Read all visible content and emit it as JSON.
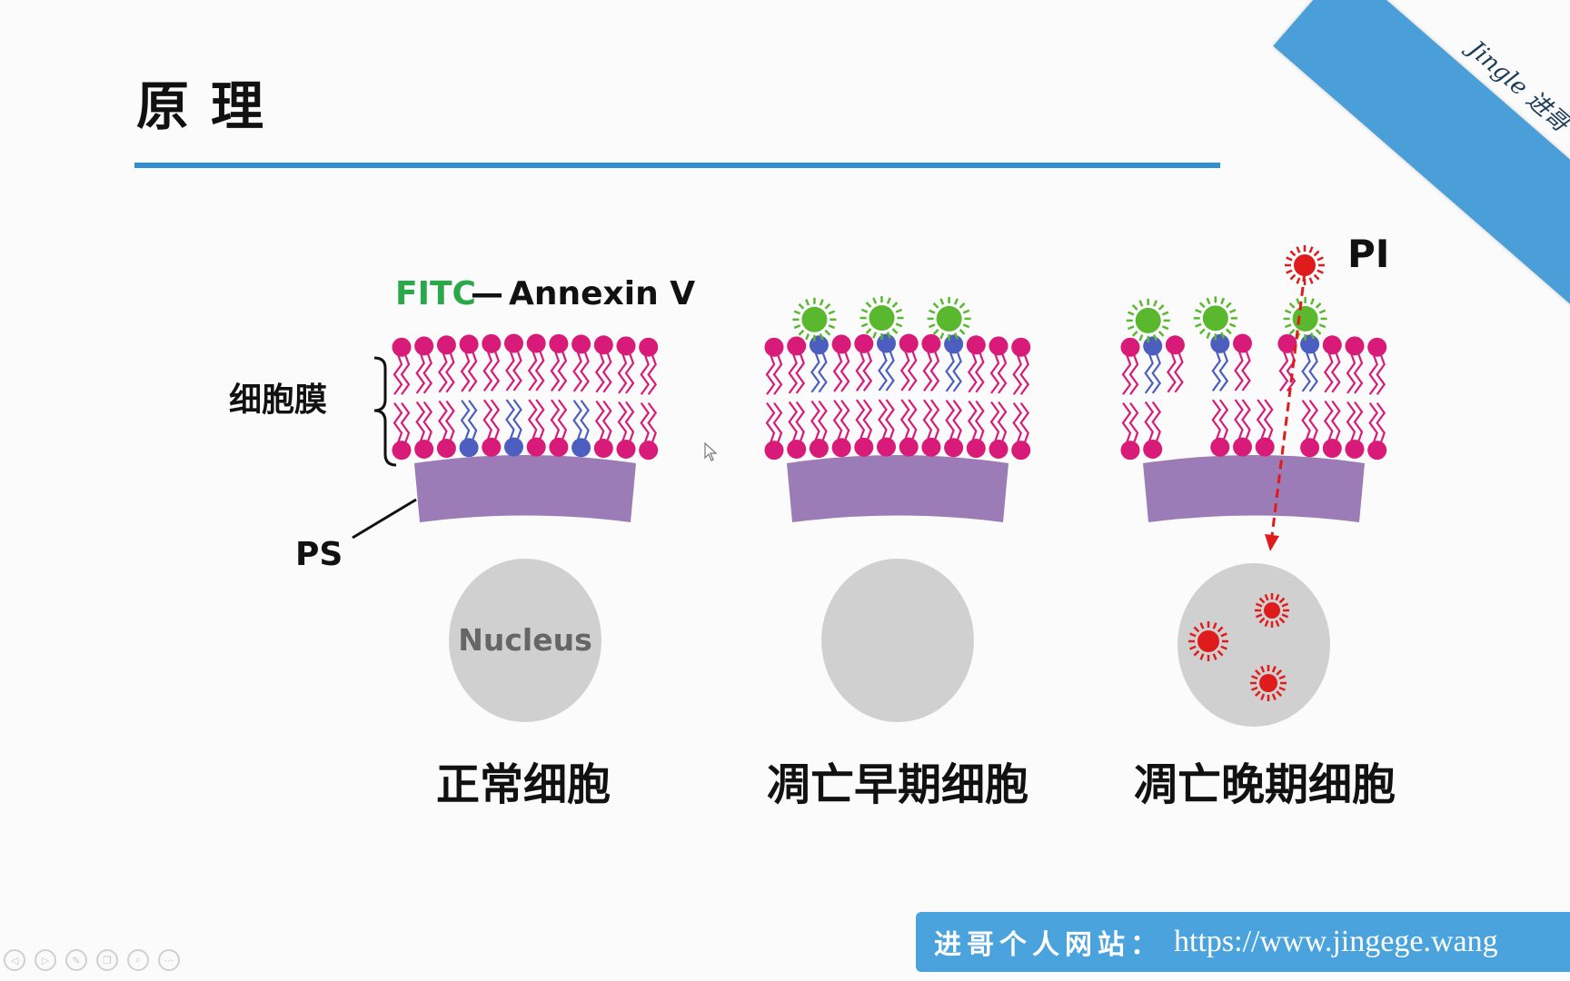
{
  "slide": {
    "title": "原理"
  },
  "watermark": {
    "text": "Jingle 进哥"
  },
  "diagram": {
    "fitc_label": "FITC",
    "dash": "—",
    "annexin_label": "Annexin V",
    "membrane_label": "细胞膜",
    "ps_label": "PS",
    "nucleus_label": "Nucleus",
    "pi_label": "PI",
    "cell_captions": [
      "正常细胞",
      "凋亡早期细胞",
      "凋亡晚期细胞"
    ],
    "colors": {
      "phospholipid_head": "#d81b78",
      "ps_head": "#4c5fc0",
      "annexin_fitc": "#5ab82e",
      "pi": "#e01b1b",
      "cytoplasm": "#9b7cb6",
      "nucleus": "#d0d0d0",
      "fitc_text": "#2aa84a"
    }
  },
  "footer": {
    "label": "进哥个人网站：",
    "url": "https://www.jingege.wang"
  },
  "player": {
    "icons": [
      "prev-icon",
      "play-icon",
      "pen-icon",
      "copy-icon",
      "zoom-icon",
      "more-icon"
    ]
  }
}
